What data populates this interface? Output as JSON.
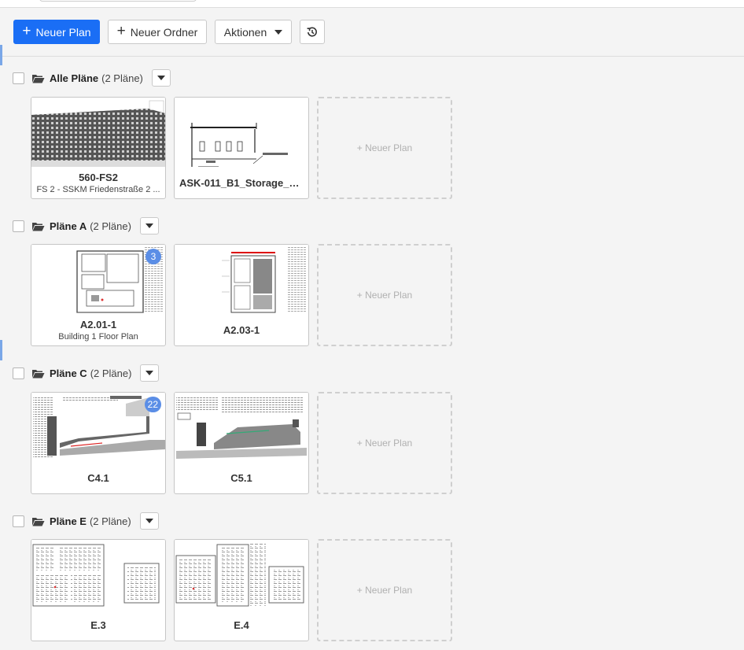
{
  "toolbar": {
    "new_plan_label": "Neuer Plan",
    "new_folder_label": "Neuer Ordner",
    "actions_label": "Aktionen"
  },
  "new_plan_placeholder": "+ Neuer Plan",
  "folders": [
    {
      "name": "Alle Pläne",
      "count": "(2 Pläne)",
      "plans": [
        {
          "title": "560-FS2",
          "subtitle": "FS 2 - SSKM Friedenstraße 2 ...",
          "badge": ""
        },
        {
          "title": "ASK-011_B1_Storage_H...",
          "subtitle": "",
          "badge": ""
        }
      ]
    },
    {
      "name": "Pläne A",
      "count": "(2 Pläne)",
      "plans": [
        {
          "title": "A2.01-1",
          "subtitle": "Building 1 Floor Plan",
          "badge": "3"
        },
        {
          "title": "A2.03-1",
          "subtitle": "",
          "badge": ""
        }
      ]
    },
    {
      "name": "Pläne C",
      "count": "(2 Pläne)",
      "plans": [
        {
          "title": "C4.1",
          "subtitle": "",
          "badge": "22"
        },
        {
          "title": "C5.1",
          "subtitle": "",
          "badge": ""
        }
      ]
    },
    {
      "name": "Pläne E",
      "count": "(2 Pläne)",
      "plans": [
        {
          "title": "E.3",
          "subtitle": "",
          "badge": ""
        },
        {
          "title": "E.4",
          "subtitle": "",
          "badge": ""
        }
      ]
    }
  ],
  "colors": {
    "primary": "#1a6ef5",
    "badge": "#5b8ee6",
    "accent_marker": "#7aa7e8"
  }
}
